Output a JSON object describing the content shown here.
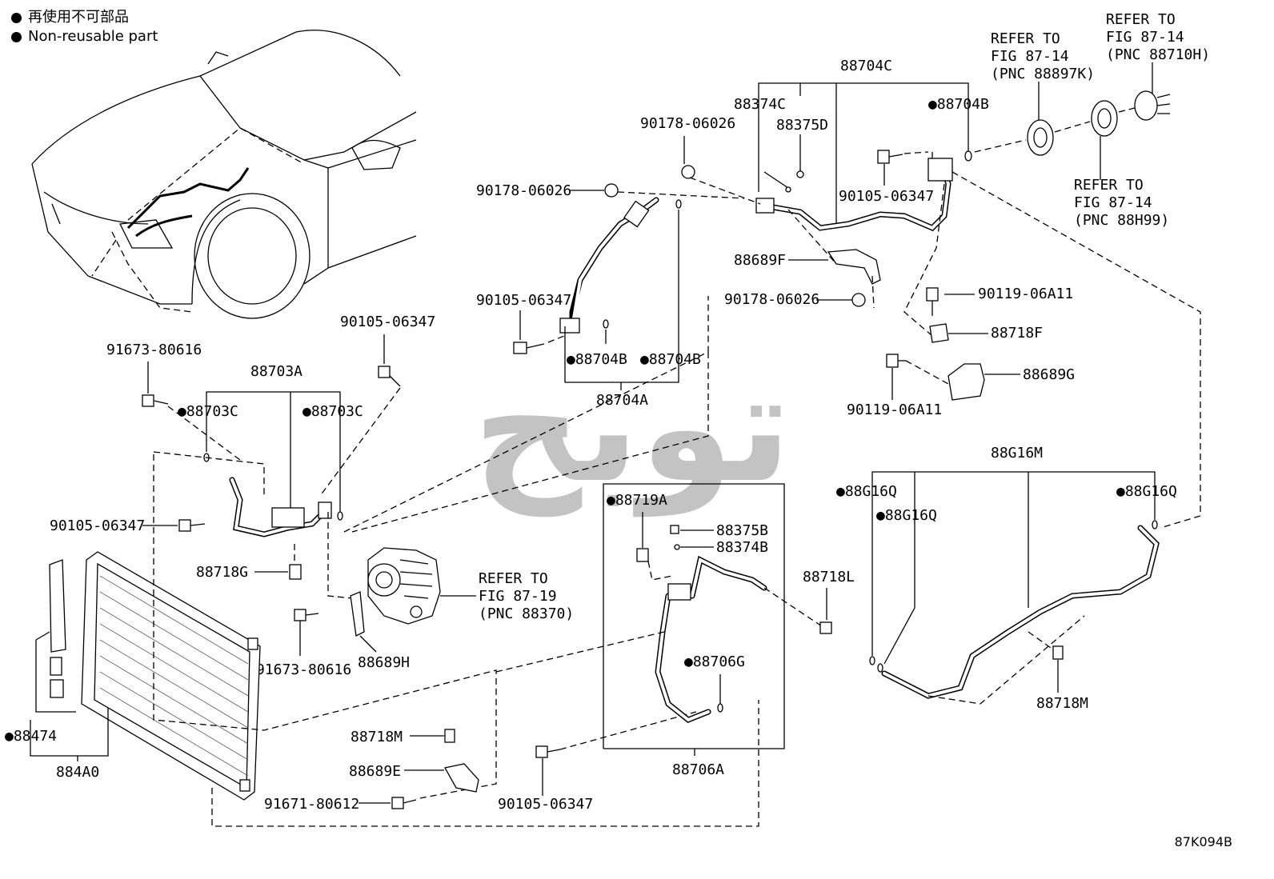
{
  "legend": {
    "cn": "再使用不可部品",
    "en": "Non-reusable part"
  },
  "watermark_text": "توبح",
  "figure_code": "87K094B",
  "labels": {
    "l88704C": "88704C",
    "l88374C": "88374C",
    "l88375D": "88375D",
    "l88704B_top": "●88704B",
    "l90178_a": "90178-06026",
    "l90178_b": "90178-06026",
    "l90178_c": "90178-06026",
    "l90105_a": "90105-06347",
    "l90105_b": "90105-06347",
    "l90105_c": "90105-06347",
    "l90105_d": "90105-06347",
    "l90105_e": "90105-06347",
    "l88689F": "88689F",
    "l88704B_l": "●88704B",
    "l88704B_r": "●88704B",
    "l88704A": "88704A",
    "l90119_a": "90119-06A11",
    "l90119_b": "90119-06A11",
    "l88718F": "88718F",
    "l88689G": "88689G",
    "l91673_a": "91673-80616",
    "l91673_b": "91673-80616",
    "l88703A": "88703A",
    "l88703C_l": "●88703C",
    "l88703C_r": "●88703C",
    "l88718G": "88718G",
    "l88689H": "88689H",
    "l88474": "●88474",
    "l884A0": "884A0",
    "l88718M_a": "88718M",
    "l88718M_b": "88718M",
    "l88689E": "88689E",
    "l91671": "91671-80612",
    "l88719A": "●88719A",
    "l88375B": "88375B",
    "l88374B": "88374B",
    "l88706G": "●88706G",
    "l88706A": "88706A",
    "l88718L": "88718L",
    "l88G16M": "88G16M",
    "l88G16Q_a": "●88G16Q",
    "l88G16Q_b": "●88G16Q",
    "l88G16Q_c": "●88G16Q",
    "ref_a1": "REFER TO",
    "ref_a2": "FIG 87-14",
    "ref_a3": "(PNC 88710H)",
    "ref_b1": "REFER TO",
    "ref_b2": "FIG 87-14",
    "ref_b3": "(PNC 88897K)",
    "ref_c1": "REFER TO",
    "ref_c2": "FIG 87-14",
    "ref_c3": "(PNC 88H99)",
    "ref_d1": "REFER TO",
    "ref_d2": "FIG 87-19",
    "ref_d3": "(PNC 88370)"
  }
}
